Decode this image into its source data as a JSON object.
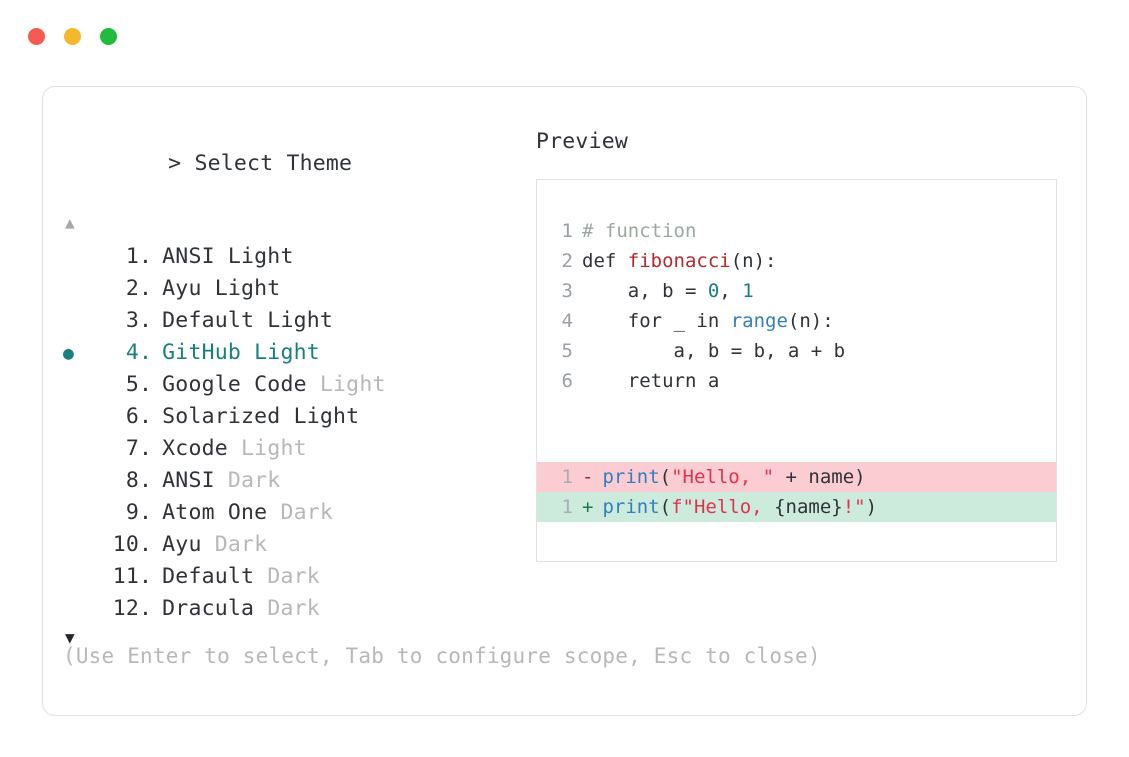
{
  "window": {
    "dots": [
      {
        "name": "close-dot",
        "color": "#f55a53"
      },
      {
        "name": "minimize-dot",
        "color": "#f5b72b"
      },
      {
        "name": "maximize-dot",
        "color": "#22bb3b"
      }
    ]
  },
  "selector": {
    "caret": ">",
    "prompt": "Select Theme",
    "scroll_up": "▲",
    "scroll_down": "▼",
    "selected_index": 4,
    "selected_bullet": "●",
    "accent_color": "#17807d",
    "items": [
      {
        "num": "1",
        "sep": ".",
        "name": "ANSI Light",
        "suffix": "",
        "suffix_dim": false
      },
      {
        "num": "2",
        "sep": ".",
        "name": "Ayu Light",
        "suffix": "",
        "suffix_dim": false
      },
      {
        "num": "3",
        "sep": ".",
        "name": "Default Light",
        "suffix": "",
        "suffix_dim": false
      },
      {
        "num": "4",
        "sep": ".",
        "name": "GitHub Light",
        "suffix": "",
        "suffix_dim": false
      },
      {
        "num": "5",
        "sep": ".",
        "name": "Google Code",
        "suffix": "Light",
        "suffix_dim": true
      },
      {
        "num": "6",
        "sep": ".",
        "name": "Solarized Light",
        "suffix": "",
        "suffix_dim": false
      },
      {
        "num": "7",
        "sep": ".",
        "name": "Xcode",
        "suffix": "Light",
        "suffix_dim": true
      },
      {
        "num": "8",
        "sep": ".",
        "name": "ANSI",
        "suffix": "Dark",
        "suffix_dim": true
      },
      {
        "num": "9",
        "sep": ".",
        "name": "Atom One",
        "suffix": "Dark",
        "suffix_dim": true
      },
      {
        "num": "10",
        "sep": ".",
        "name": "Ayu",
        "suffix": "Dark",
        "suffix_dim": true
      },
      {
        "num": "11",
        "sep": ".",
        "name": "Default",
        "suffix": "Dark",
        "suffix_dim": true
      },
      {
        "num": "12",
        "sep": ".",
        "name": "Dracula",
        "suffix": "Dark",
        "suffix_dim": true
      }
    ]
  },
  "preview": {
    "label": "Preview",
    "code_lines": [
      {
        "ln": "1",
        "tokens": [
          {
            "t": "# function",
            "c": "comment"
          }
        ]
      },
      {
        "ln": "2",
        "tokens": [
          {
            "t": "def ",
            "c": "kw"
          },
          {
            "t": "fibonacci",
            "c": "fn"
          },
          {
            "t": "(n):",
            "c": "plain"
          }
        ]
      },
      {
        "ln": "3",
        "tokens": [
          {
            "t": "    a, b = ",
            "c": "plain"
          },
          {
            "t": "0",
            "c": "num"
          },
          {
            "t": ", ",
            "c": "plain"
          },
          {
            "t": "1",
            "c": "num"
          }
        ]
      },
      {
        "ln": "4",
        "tokens": [
          {
            "t": "    for _ in ",
            "c": "plain"
          },
          {
            "t": "range",
            "c": "builtin"
          },
          {
            "t": "(n):",
            "c": "plain"
          }
        ]
      },
      {
        "ln": "5",
        "tokens": [
          {
            "t": "        a, b = b, a + b",
            "c": "plain"
          }
        ]
      },
      {
        "ln": "6",
        "tokens": [
          {
            "t": "    return a",
            "c": "plain"
          }
        ]
      }
    ],
    "diff_lines": [
      {
        "ln": "1",
        "kind": "del",
        "mark": "-",
        "tokens": [
          {
            "t": "print",
            "c": "builtin"
          },
          {
            "t": "(",
            "c": "plain"
          },
          {
            "t": "\"Hello, \"",
            "c": "str"
          },
          {
            "t": " + name)",
            "c": "plain"
          }
        ]
      },
      {
        "ln": "1",
        "kind": "add",
        "mark": "+",
        "tokens": [
          {
            "t": "print",
            "c": "builtin"
          },
          {
            "t": "(",
            "c": "plain"
          },
          {
            "t": "f\"Hello, ",
            "c": "str"
          },
          {
            "t": "{name}",
            "c": "plain"
          },
          {
            "t": "!\"",
            "c": "str"
          },
          {
            "t": ")",
            "c": "plain"
          }
        ]
      }
    ],
    "colors": {
      "diff_del_bg": "#fbcdd2",
      "diff_add_bg": "#cdebdc",
      "comment": "#9ba8a0",
      "function": "#b5292f",
      "number": "#17807d",
      "builtin": "#2f7fc1",
      "string": "#e0324f"
    }
  },
  "footer": {
    "hint": "(Use Enter to select, Tab to configure scope, Esc to close)"
  }
}
